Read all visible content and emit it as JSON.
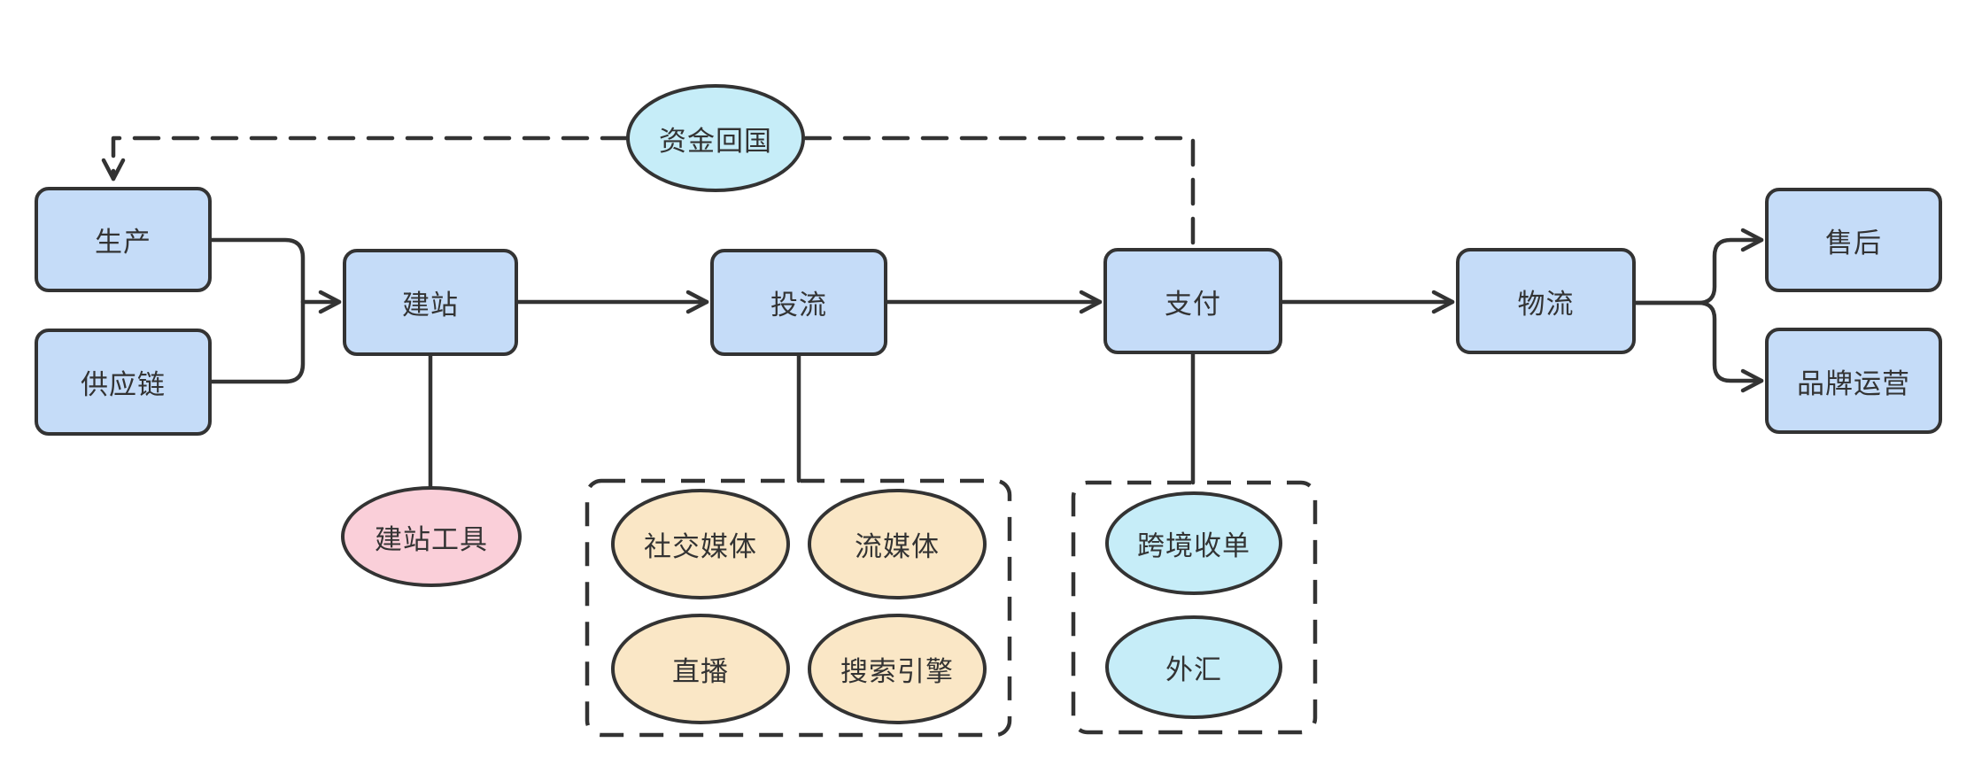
{
  "diagram": {
    "title": "cross-border-ecommerce-flow",
    "colors": {
      "background": "#ffffff",
      "stroke": "#333333",
      "text": "#333333",
      "process_fill_blue": "#C5DCF8",
      "ellipse_fill_cyan": "#C6EDF8",
      "ellipse_fill_pink": "#FACFD9",
      "ellipse_fill_orange": "#FAE7C6"
    },
    "nodes": {
      "production": {
        "label": "生产",
        "shape": "rect",
        "fill": "#C5DCF8"
      },
      "supply_chain": {
        "label": "供应链",
        "shape": "rect",
        "fill": "#C5DCF8"
      },
      "site_building": {
        "label": "建站",
        "shape": "rect",
        "fill": "#C5DCF8"
      },
      "ad_traffic": {
        "label": "投流",
        "shape": "rect",
        "fill": "#C5DCF8"
      },
      "payment": {
        "label": "支付",
        "shape": "rect",
        "fill": "#C5DCF8"
      },
      "logistics": {
        "label": "物流",
        "shape": "rect",
        "fill": "#C5DCF8"
      },
      "after_sales": {
        "label": "售后",
        "shape": "rect",
        "fill": "#C5DCF8"
      },
      "brand_operation": {
        "label": "品牌运营",
        "shape": "rect",
        "fill": "#C5DCF8"
      },
      "funds_return": {
        "label": "资金回国",
        "shape": "ellipse",
        "fill": "#C6EDF8"
      },
      "site_tools": {
        "label": "建站工具",
        "shape": "ellipse",
        "fill": "#FACFD9"
      },
      "social_media": {
        "label": "社交媒体",
        "shape": "ellipse",
        "fill": "#FAE7C6"
      },
      "streaming_media": {
        "label": "流媒体",
        "shape": "ellipse",
        "fill": "#FAE7C6"
      },
      "live_stream": {
        "label": "直播",
        "shape": "ellipse",
        "fill": "#FAE7C6"
      },
      "search_engine": {
        "label": "搜索引擎",
        "shape": "ellipse",
        "fill": "#FAE7C6"
      },
      "cross_border_acquiring": {
        "label": "跨境收单",
        "shape": "ellipse",
        "fill": "#C6EDF8"
      },
      "foreign_exchange": {
        "label": "外汇",
        "shape": "ellipse",
        "fill": "#C6EDF8"
      }
    },
    "edges": [
      {
        "from": "production",
        "to": "site_building",
        "style": "solid-arrow"
      },
      {
        "from": "supply_chain",
        "to": "site_building",
        "style": "solid-merge"
      },
      {
        "from": "site_building",
        "to": "ad_traffic",
        "style": "solid-arrow"
      },
      {
        "from": "ad_traffic",
        "to": "payment",
        "style": "solid-arrow"
      },
      {
        "from": "payment",
        "to": "logistics",
        "style": "solid-arrow"
      },
      {
        "from": "logistics",
        "to": "after_sales",
        "style": "solid-arrow"
      },
      {
        "from": "logistics",
        "to": "brand_operation",
        "style": "solid-arrow"
      },
      {
        "from": "site_building",
        "to": "site_tools",
        "style": "solid"
      },
      {
        "from": "ad_traffic",
        "to": "ad_channels_group",
        "style": "solid"
      },
      {
        "from": "payment",
        "to": "payment_services_group",
        "style": "solid"
      },
      {
        "from": "payment",
        "to": "funds_return",
        "style": "dashed"
      },
      {
        "from": "funds_return",
        "to": "production",
        "style": "dashed-arrow"
      }
    ]
  }
}
